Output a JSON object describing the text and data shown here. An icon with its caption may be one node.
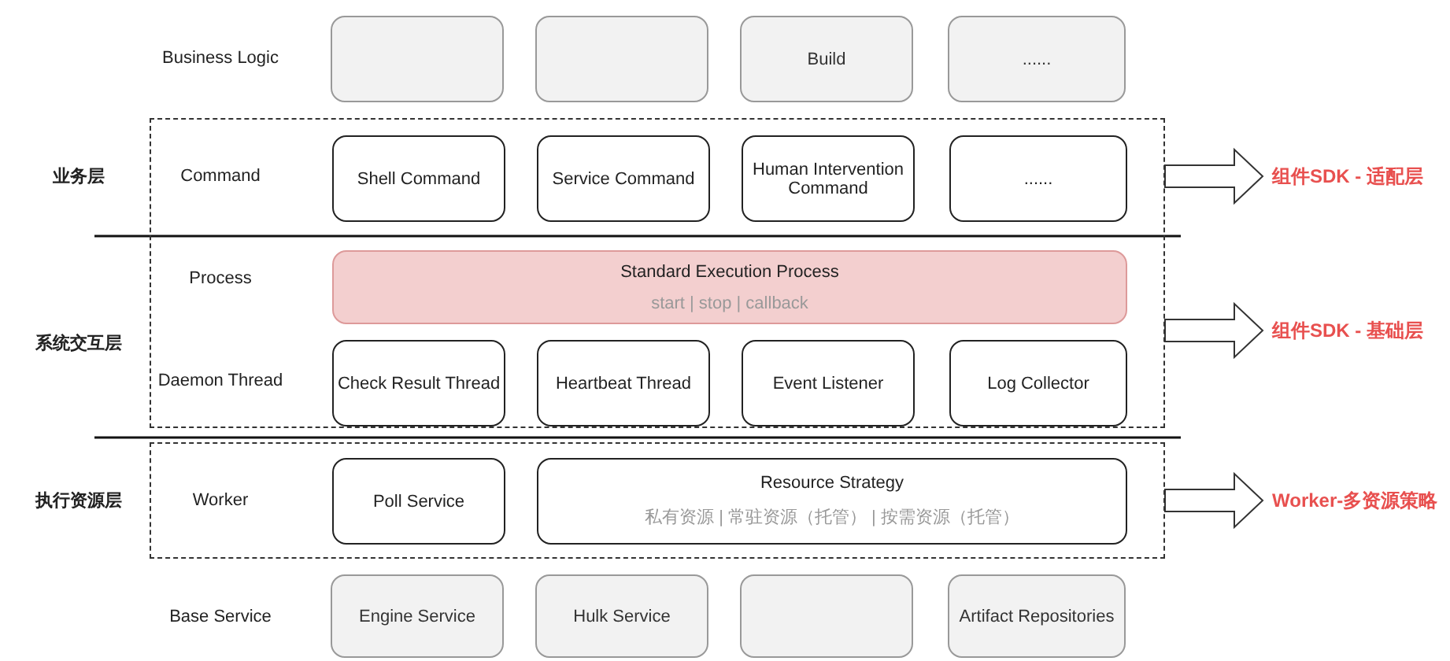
{
  "diagram": {
    "nodes": [
      {
        "text": [],
        "shape": "box"
      },
      {
        "text": [],
        "shape": "box"
      },
      {
        "text": [
          "Build"
        ]
      },
      {
        "text": [
          "......"
        ]
      },
      {
        "text": [],
        "shape": "box"
      },
      {
        "text": [
          "Shell Command"
        ],
        "in": 4
      },
      {
        "text": [
          "Service Command"
        ],
        "in": 4
      },
      {
        "text": [
          "Human Intervention Command"
        ],
        "in": 4
      },
      {
        "text": [
          "......"
        ],
        "in": 4
      },
      {
        "text": [
          "组件SDK - 适配层"
        ]
      },
      {
        "text": [
          "Standard Execution Process",
          "start | stop | callback"
        ],
        "in": 4
      },
      {
        "text": [
          "组件SDK - 基础层"
        ]
      },
      {
        "text": [
          "Check Result Thread"
        ],
        "in": 4
      },
      {
        "text": [
          "Heartbeat Thread"
        ],
        "in": 4
      },
      {
        "text": [
          "Event Listener"
        ],
        "in": 4
      },
      {
        "text": [
          "Log Collector"
        ],
        "in": 4
      },
      {
        "text": [],
        "shape": "box"
      },
      {
        "text": [
          "Poll Service"
        ],
        "in": 16
      },
      {
        "text": [
          "Resource Strategy",
          "私有资源 | 常驻资源（托管） | 按需资源（托管）"
        ],
        "in": 16
      },
      {
        "text": [
          "Worker-多资源策略"
        ]
      },
      {
        "text": [
          "Engine Service"
        ]
      },
      {
        "text": [
          "Hulk Service"
        ]
      },
      {
        "text": [],
        "shape": "box"
      },
      {
        "text": [
          "Artifact Repositories"
        ]
      }
    ],
    "edges": [
      {
        "from": 4,
        "to": 9,
        "arrow": "to",
        "style": "thick"
      },
      {
        "from": 4,
        "to": 11,
        "arrow": "to",
        "style": "thick"
      },
      {
        "from": 16,
        "to": 19,
        "arrow": "to",
        "style": "thick"
      }
    ],
    "labels": [
      "Business Logic",
      "业务层",
      "Command",
      "Process",
      "系统交互层",
      "Daemon Thread",
      "执行资源层",
      "Worker",
      "Base Service"
    ]
  }
}
